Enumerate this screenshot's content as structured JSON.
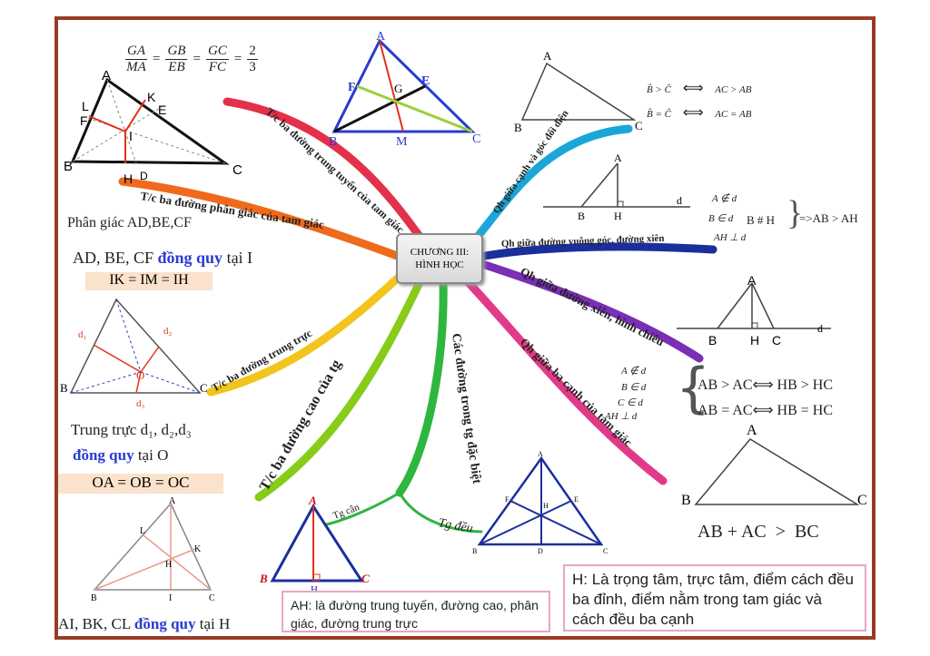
{
  "center": {
    "line1": "CHƯƠNG III:",
    "line2": "HÌNH HỌC"
  },
  "branches": {
    "medians": "T/c ba đường trung tuyến của tam giác",
    "bisectors": "T/c ba đường phân giác của tam giác",
    "perp_bisectors": "T/c ba đường trung trực",
    "altitudes": "T/c ba đường cao của tg",
    "special_lines": "Các đường trong tg đặc biệt",
    "angle_side": "Qh giữa cạnh và góc đối diện",
    "perp_oblique": "Qh giữa đường vuông góc, đường xiên",
    "oblique_projection": "Qh giữa đường xiên, hình chiếu",
    "triangle_sides": "Qh giữa ba cạnh của tam giác",
    "isosceles": "Tg cân",
    "equilateral": "Tg đều"
  },
  "median_formula": {
    "n1": "GA",
    "d1": "MA",
    "n2": "GB",
    "d2": "EB",
    "n3": "GC",
    "d3": "FC",
    "n4": "2",
    "d4": "3"
  },
  "bisector_text": {
    "line1": "Phân giác AD,BE,CF",
    "line2_pre": "AD, BE, CF ",
    "line2_bold": "đồng quy",
    "line2_post": " tại I",
    "equality": "IK = IM = IH"
  },
  "perp_text": {
    "line1": "Trung trực d₁, d₂,d₃",
    "line2_bold": "đồng quy",
    "line2_post": " tại O",
    "equality": "OA = OB = OC"
  },
  "altitude_text": {
    "pre": "AI, BK, CL ",
    "bold": "đồng quy",
    "post": " tại H"
  },
  "angle_side_rel": {
    "r1_left": "B̂ > Ĉ",
    "r1_right": "AC > AB",
    "r2_left": "B̂ = Ĉ",
    "r2_right": "AC = AB",
    "arrow": "⟺"
  },
  "perp_rel": {
    "c1": "A ∉ d",
    "c2": "B ∈ d",
    "c3": "B # H",
    "c4": "AH ⊥ d",
    "result": "=>AB > AH"
  },
  "proj_rel": {
    "c1": "A ∉ d",
    "c2": "B ∈ d",
    "c3": "C ∈ d",
    "c4": "AH ⊥ d",
    "r1": "AB > AC⟺ HB > HC",
    "r2": "AB = AC⟺  HB = HC"
  },
  "triangle_ineq": "AB + AC  >  BC",
  "note_ah": "AH: là đường trung tuyến, đường cao, phân giác, đường trung trực",
  "note_h": "H: Là trọng tâm, trực tâm, điểm cách đều ba đỉnh, điểm nằm trong tam giác và cách đều ba cạnh",
  "labels": {
    "A": "A",
    "B": "B",
    "C": "C",
    "D": "D",
    "E": "E",
    "F": "F",
    "G": "G",
    "H": "H",
    "I": "I",
    "K": "K",
    "L": "L",
    "M": "M",
    "O": "O",
    "d": "d",
    "d1": "d₁",
    "d2": "d₂",
    "d3": "d₃"
  }
}
